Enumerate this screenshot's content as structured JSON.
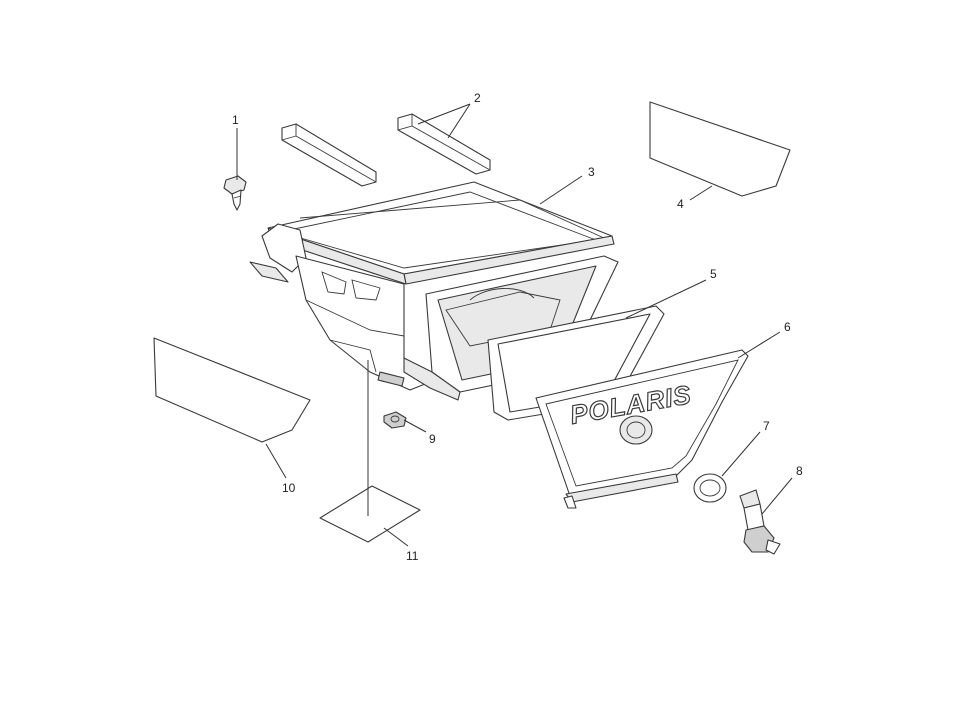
{
  "diagram": {
    "brand_text": "POLARIS",
    "callouts": [
      {
        "id": "1",
        "label": "1"
      },
      {
        "id": "2",
        "label": "2"
      },
      {
        "id": "3",
        "label": "3"
      },
      {
        "id": "4",
        "label": "4"
      },
      {
        "id": "5",
        "label": "5"
      },
      {
        "id": "6",
        "label": "6"
      },
      {
        "id": "7",
        "label": "7"
      },
      {
        "id": "8",
        "label": "8"
      },
      {
        "id": "9",
        "label": "9"
      },
      {
        "id": "10",
        "label": "10"
      },
      {
        "id": "11",
        "label": "11"
      }
    ]
  }
}
